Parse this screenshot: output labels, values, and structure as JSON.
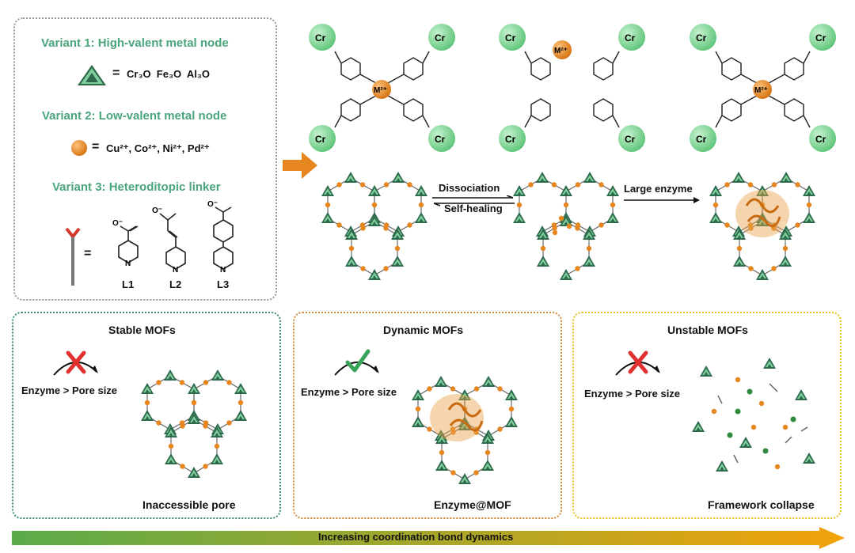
{
  "variants": {
    "v1_title": "Variant 1: High-valent metal node",
    "v1_nodes": "Cr₃O  Fe₃O  Al₃O",
    "v2_title": "Variant 2: Low-valent metal node",
    "v2_ions": "Cu²⁺, Co²⁺, Ni²⁺, Pd²⁺",
    "v3_title": "Variant 3: Heteroditopic linker",
    "linkers": [
      "L1",
      "L2",
      "L3"
    ],
    "equals": "="
  },
  "chem": {
    "cr": "Cr",
    "metal": "M²⁺",
    "n": "N",
    "o": "O",
    "o_minus": "O⁻"
  },
  "process": {
    "dissociation": "Dissociation",
    "self_healing": "Self-healing",
    "large_enzyme": "Large enzyme"
  },
  "panels": [
    {
      "title": "Stable MOFs",
      "condition": "Enzyme > Pore size",
      "caption": "Inaccessible pore",
      "border": "#3a8f6a"
    },
    {
      "title": "Dynamic MOFs",
      "condition": "Enzyme > Pore size",
      "caption": "Enzyme@MOF",
      "border": "#d48a3c"
    },
    {
      "title": "Unstable MOFs",
      "condition": "Enzyme > Pore size",
      "caption": "Framework collapse",
      "border": "#e3c21c"
    }
  ],
  "bottom_arrow": {
    "label": "Increasing coordination bond dynamics",
    "from": "#5aab4a",
    "to": "#f3a20a"
  },
  "colors": {
    "green": "#4aa57c",
    "orange": "#e7861f",
    "cross": "#e03030",
    "check": "#3aa35a",
    "node_dark": "#2e6a4c",
    "node_light": "#7fcf9d",
    "enzyme": "#e8a24a"
  }
}
